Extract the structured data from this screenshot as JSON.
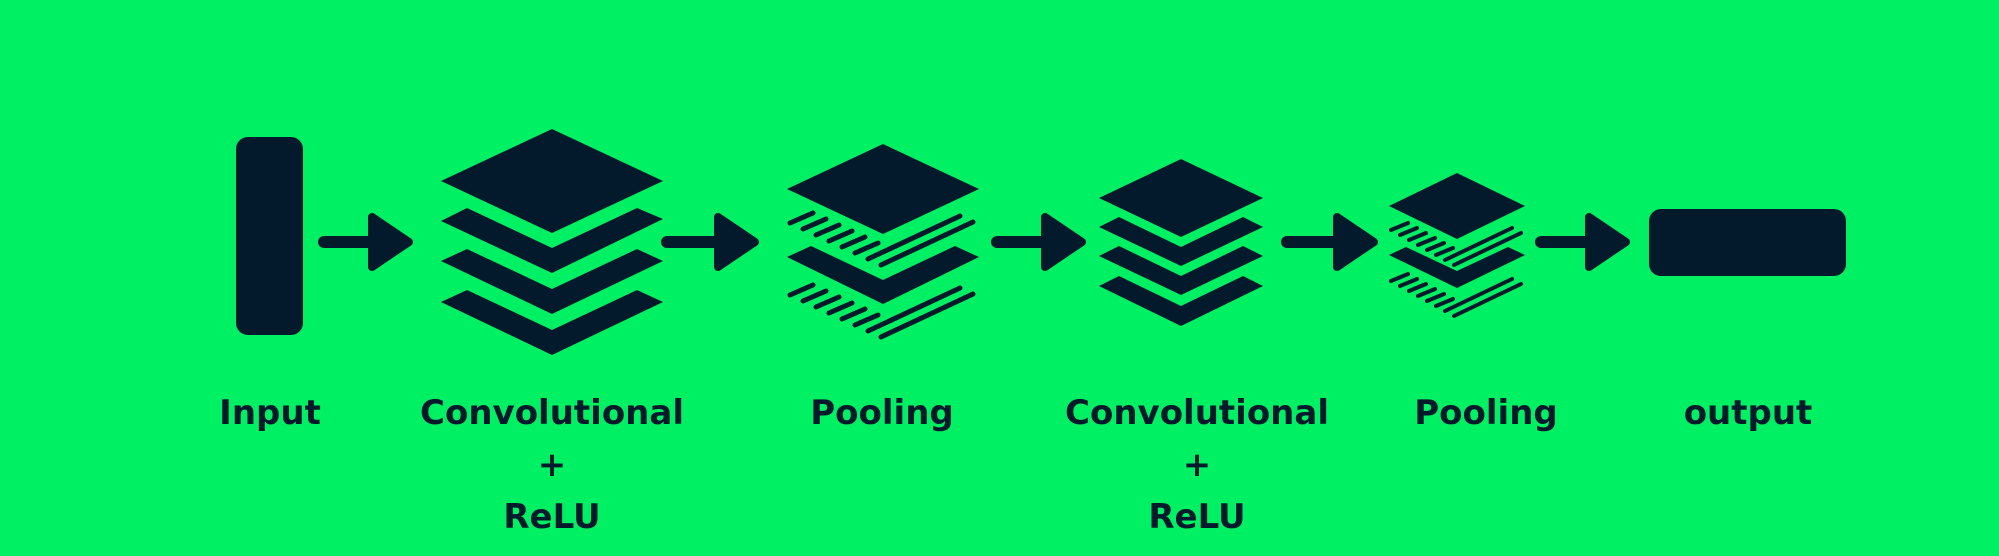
{
  "colors": {
    "background": "#00F064",
    "ink": "#021A2C"
  },
  "stages": [
    {
      "icon": "input-block-icon",
      "lines": [
        "Input"
      ]
    },
    {
      "icon": "conv-layers-icon",
      "lines": [
        "Convolutional",
        "+",
        "ReLU"
      ]
    },
    {
      "icon": "pooling-layers-icon",
      "lines": [
        "Pooling"
      ]
    },
    {
      "icon": "conv-layers-icon",
      "lines": [
        "Convolutional",
        "+",
        "ReLU"
      ]
    },
    {
      "icon": "pooling-layers-icon",
      "lines": [
        "Pooling"
      ]
    },
    {
      "icon": "output-block-icon",
      "lines": [
        "output"
      ]
    }
  ],
  "connectors": [
    {
      "icon": "arrow-right-icon",
      "from": "Input",
      "to": "Convolutional"
    },
    {
      "icon": "arrow-right-icon",
      "from": "Convolutional",
      "to": "Pooling"
    },
    {
      "icon": "arrow-right-icon",
      "from": "Pooling",
      "to": "Convolutional"
    },
    {
      "icon": "arrow-right-icon",
      "from": "Convolutional",
      "to": "Pooling"
    },
    {
      "icon": "arrow-right-icon",
      "from": "Pooling",
      "to": "output"
    }
  ]
}
